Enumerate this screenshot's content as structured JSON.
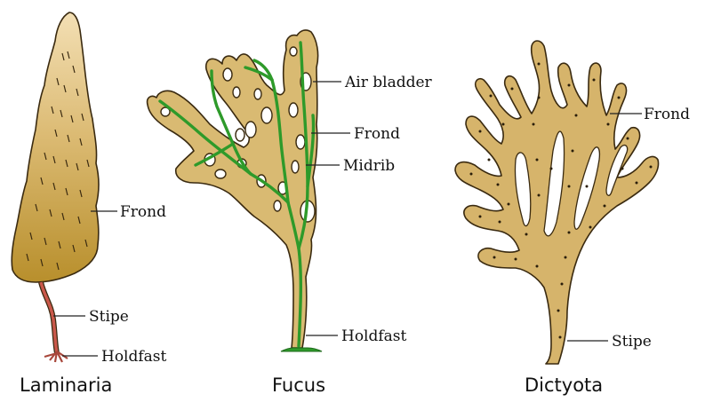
{
  "laminaria": {
    "caption": "Laminaria",
    "labels": {
      "frond": "Frond",
      "stipe": "Stipe",
      "holdfast": "Holdfast"
    }
  },
  "fucus": {
    "caption": "Fucus",
    "labels": {
      "air_bladder": "Air bladder",
      "frond": "Frond",
      "midrib": "Midrib",
      "holdfast": "Holdfast"
    }
  },
  "dictyota": {
    "caption": "Dictyota",
    "labels": {
      "frond": "Frond",
      "stipe": "Stipe"
    }
  },
  "colors": {
    "thallus_light": "#e9cf95",
    "thallus_mid": "#d7b46a",
    "thallus_dark": "#b8902f",
    "midrib": "#2e9a2a",
    "stipe_red": "#c9584a"
  }
}
